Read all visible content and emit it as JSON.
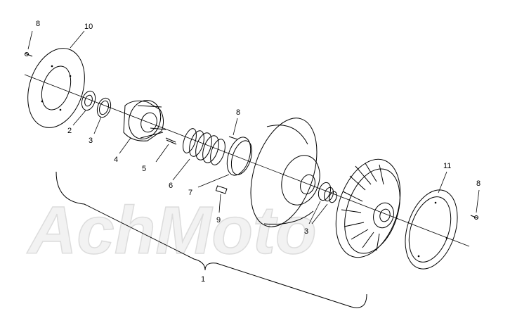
{
  "watermark": {
    "text": "AchMoto"
  },
  "callouts": [
    {
      "id": "8-top-left",
      "text": "8"
    },
    {
      "id": "10",
      "text": "10"
    },
    {
      "id": "2",
      "text": "2"
    },
    {
      "id": "3-left",
      "text": "3"
    },
    {
      "id": "4",
      "text": "4"
    },
    {
      "id": "5",
      "text": "5"
    },
    {
      "id": "6",
      "text": "6"
    },
    {
      "id": "7",
      "text": "7"
    },
    {
      "id": "8-mid",
      "text": "8"
    },
    {
      "id": "9",
      "text": "9"
    },
    {
      "id": "3-center",
      "text": "3"
    },
    {
      "id": "11",
      "text": "11"
    },
    {
      "id": "8-right",
      "text": "8"
    },
    {
      "id": "1",
      "text": "1"
    }
  ]
}
